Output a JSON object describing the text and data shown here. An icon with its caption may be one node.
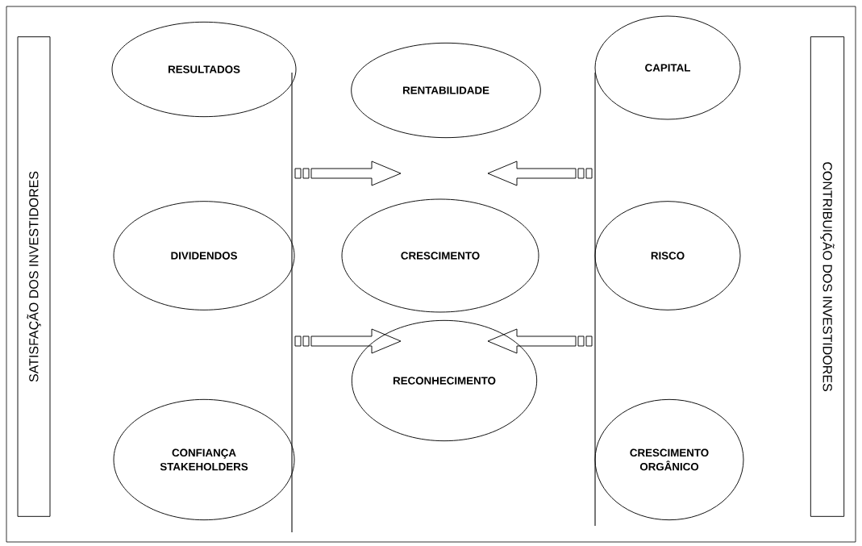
{
  "diagram": {
    "nodes": [
      {
        "text": [
          "SATISFAÇÃO DOS INVESTIDORES"
        ]
      },
      {
        "text": [
          "RESULTADOS"
        ]
      },
      {
        "text": [
          "RENTABILIDADE"
        ]
      },
      {
        "text": [
          "CAPITAL"
        ]
      },
      {
        "text": [
          "CONTRIBUIÇÃO DOS INVESTIDORES"
        ]
      },
      {
        "text": [
          "DIVIDENDOS"
        ]
      },
      {
        "text": [
          "CRESCIMENTO"
        ]
      },
      {
        "text": [
          "RISCO"
        ]
      },
      {
        "text": [
          "CONFIANÇA STAKEHOLDERS"
        ]
      },
      {
        "text": [
          "RECONHECIMENTO"
        ]
      },
      {
        "text": [
          "CRESCIMENTO ORGÂNICO"
        ]
      }
    ]
  }
}
